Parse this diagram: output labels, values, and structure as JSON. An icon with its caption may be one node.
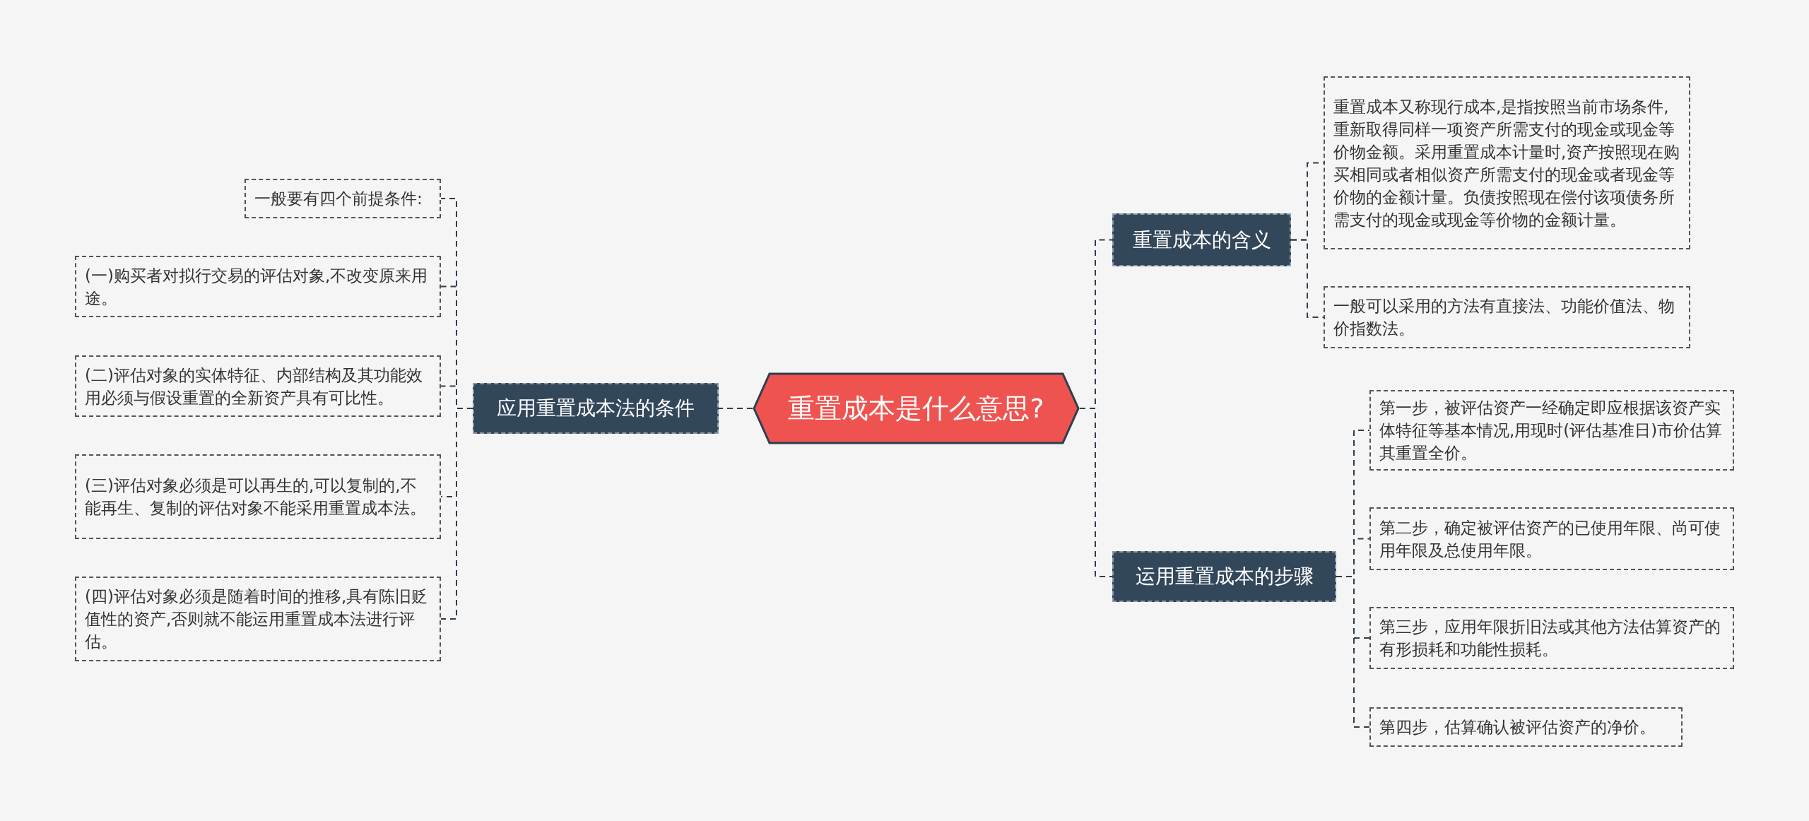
{
  "diagram": {
    "nodes": [
      {
        "text": [
          "重置成本是什么意思?"
        ]
      },
      {
        "text": [
          "应用重置成本法的条件"
        ]
      },
      {
        "text": [
          "一般要有四个前提条件:"
        ]
      },
      {
        "text": [
          "(一)购买者对拟行交易的评估对象,不改变原来用途。"
        ]
      },
      {
        "text": [
          "(二)评估对象的实体特征、内部结构及其功能效用必须与假设重置的全新资产具有可比性。"
        ]
      },
      {
        "text": [
          "(三)评估对象必须是可以再生的,可以复制的,不能再生、复制的评估对象不能采用重置成本法。"
        ]
      },
      {
        "text": [
          "(四)评估对象必须是随着时间的推移,具有陈旧贬值性的资产,否则就不能运用重置成本法进行评估。"
        ]
      },
      {
        "text": [
          "重置成本的含义"
        ]
      },
      {
        "text": [
          "重置成本又称现行成本,是指按照当前市场条件,重新取得同样一项资产所需支付的现金或现金等价物金额。采用重置成本计量时,资产按照现在购买相同或者相似资产所需支付的现金或者现金等价物的金额计量。负债按照现在偿付该项债务所需支付的现金或现金等价物的金额计量。"
        ]
      },
      {
        "text": [
          "一般可以采用的方法有直接法、功能价值法、物价指数法。"
        ]
      },
      {
        "text": [
          "运用重置成本的步骤"
        ]
      },
      {
        "text": [
          "第一步，被评估资产一经确定即应根据该资产实体特征等基本情况,用现时(评估基准日)市价估算其重置全价。"
        ]
      },
      {
        "text": [
          "第二步，确定被评估资产的已使用年限、尚可使用年限及总使用年限。"
        ]
      },
      {
        "text": [
          "第三步，应用年限折旧法或其他方法估算资产的有形损耗和功能性损耗。"
        ]
      },
      {
        "text": [
          "第四步，估算确认被评估资产的净价。"
        ]
      }
    ],
    "edges": [
      {
        "from": 0,
        "to": 1,
        "arrow": "none"
      },
      {
        "from": 1,
        "to": 2,
        "arrow": "none"
      },
      {
        "from": 1,
        "to": 3,
        "arrow": "none"
      },
      {
        "from": 1,
        "to": 4,
        "arrow": "none"
      },
      {
        "from": 1,
        "to": 5,
        "arrow": "none"
      },
      {
        "from": 1,
        "to": 6,
        "arrow": "none"
      },
      {
        "from": 0,
        "to": 7,
        "arrow": "none"
      },
      {
        "from": 7,
        "to": 8,
        "arrow": "none"
      },
      {
        "from": 7,
        "to": 9,
        "arrow": "none"
      },
      {
        "from": 0,
        "to": 10,
        "arrow": "none"
      },
      {
        "from": 10,
        "to": 11,
        "arrow": "none"
      },
      {
        "from": 10,
        "to": 12,
        "arrow": "none"
      },
      {
        "from": 10,
        "to": 13,
        "arrow": "none"
      },
      {
        "from": 10,
        "to": 14,
        "arrow": "none"
      }
    ]
  }
}
